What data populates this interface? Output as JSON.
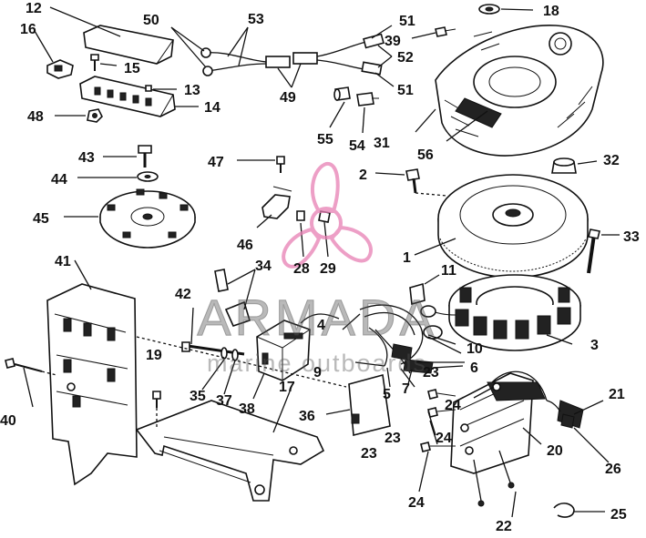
{
  "labels": {
    "n1": "1",
    "n2": "2",
    "n3": "3",
    "n4": "4",
    "n5": "5",
    "n6": "6",
    "n7": "7",
    "n9": "9",
    "n10": "10",
    "n11": "11",
    "n12": "12",
    "n13": "13",
    "n14": "14",
    "n15": "15",
    "n16": "16",
    "n17": "17",
    "n18": "18",
    "n19": "19",
    "n20": "20",
    "n21": "21",
    "n22": "22",
    "n23a": "23",
    "n23b": "23",
    "n23c": "23",
    "n24a": "24",
    "n24b": "24",
    "n24c": "24",
    "n25": "25",
    "n26": "26",
    "n28": "28",
    "n29": "29",
    "n31": "31",
    "n32": "32",
    "n33": "33",
    "n34": "34",
    "n35": "35",
    "n36": "36",
    "n37": "37",
    "n38": "38",
    "n39": "39",
    "n40": "40",
    "n41": "41",
    "n42": "42",
    "n43": "43",
    "n44": "44",
    "n45": "45",
    "n46": "46",
    "n47": "47",
    "n48": "48",
    "n49": "49",
    "n50": "50",
    "n51a": "51",
    "n51b": "51",
    "n52": "52",
    "n53": "53",
    "n54": "54",
    "n55": "55",
    "n56": "56"
  },
  "watermark": {
    "brand": "ARMADA",
    "tagline": "marine outboards",
    "color": "#e77fb4"
  }
}
